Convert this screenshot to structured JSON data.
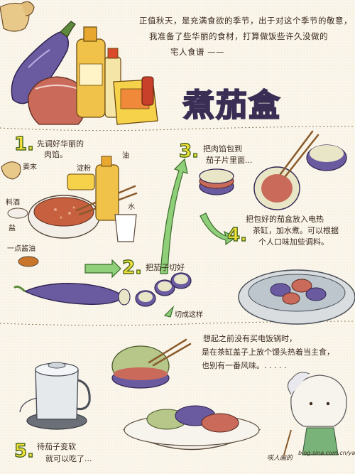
{
  "title": "煮茄盒",
  "intro": {
    "line1": "正值秋天，是充满食欲的季节，出于对这个季节的敬意，",
    "line2": "我准备了些华丽的食材，打算做饭些许久没做的",
    "line3": "宅人食谱 ——"
  },
  "steps": [
    {
      "num": "1.",
      "line1": "先调好华丽的",
      "line2": "肉馅。"
    },
    {
      "num": "2.",
      "line1": "把茄子切好"
    },
    {
      "num": "3.",
      "line1": "把肉馅包到",
      "line2": "茄子片里面..."
    },
    {
      "num": "4.",
      "line1": "把包好的茄盒放入电热",
      "line2": "茶缸，加水煮。可以根据",
      "line3": "个人口味加些调料。"
    },
    {
      "num": "5.",
      "line1": "待茄子变软",
      "line2": "就可以吃了..."
    }
  ],
  "ingredients": {
    "ginger": "姜末",
    "starch": "淀粉",
    "oil": "油",
    "cooking_wine": "料酒",
    "water": "水",
    "salt": "盐",
    "soy_sauce": "一点酱油"
  },
  "cut_note": "切成这样",
  "memory": {
    "line1": "想起之前没有买电饭锅时，",
    "line2": "是在茶缸盖子上放个馒头热着当主食，",
    "line3": "也别有一番风味。. . . . ."
  },
  "signature": {
    "author": "咲人画的",
    "blog": "blog.sina.com.cn/yaorenwo"
  },
  "colors": {
    "eggplant": "#6a5aa0",
    "title_fill": "#7b6ba8",
    "number_fill": "#f4e23a",
    "arrow_green": "#8fcf7a"
  }
}
